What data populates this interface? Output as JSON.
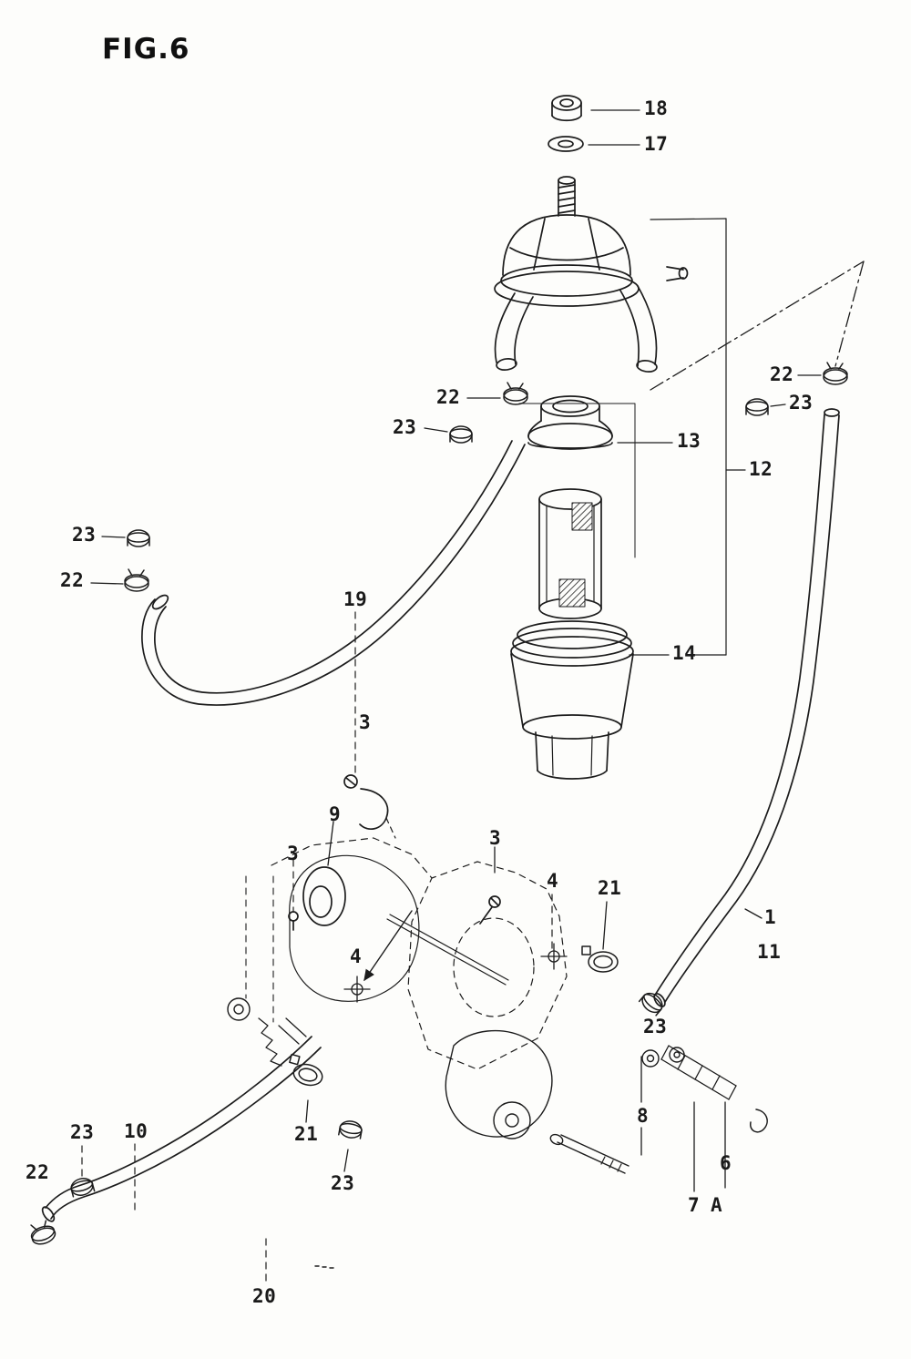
{
  "figure": {
    "title": "FIG.6"
  },
  "callouts": [
    {
      "part": "18"
    },
    {
      "part": "17"
    },
    {
      "part": "22"
    },
    {
      "part": "23"
    },
    {
      "part": "13"
    },
    {
      "part": "22"
    },
    {
      "part": "23"
    },
    {
      "part": "12"
    },
    {
      "part": "23"
    },
    {
      "part": "22"
    },
    {
      "part": "19"
    },
    {
      "part": "14"
    },
    {
      "part": "9"
    },
    {
      "part": "3"
    },
    {
      "part": "3"
    },
    {
      "part": "3"
    },
    {
      "part": "4"
    },
    {
      "part": "21"
    },
    {
      "part": "1"
    },
    {
      "part": "11"
    },
    {
      "part": "23"
    },
    {
      "part": "8"
    },
    {
      "part": "6"
    },
    {
      "part": "7"
    },
    {
      "part": "A"
    },
    {
      "part": "23"
    },
    {
      "part": "10"
    },
    {
      "part": "22"
    },
    {
      "part": "21"
    },
    {
      "part": "23"
    },
    {
      "part": "20"
    },
    {
      "part": "4"
    }
  ]
}
